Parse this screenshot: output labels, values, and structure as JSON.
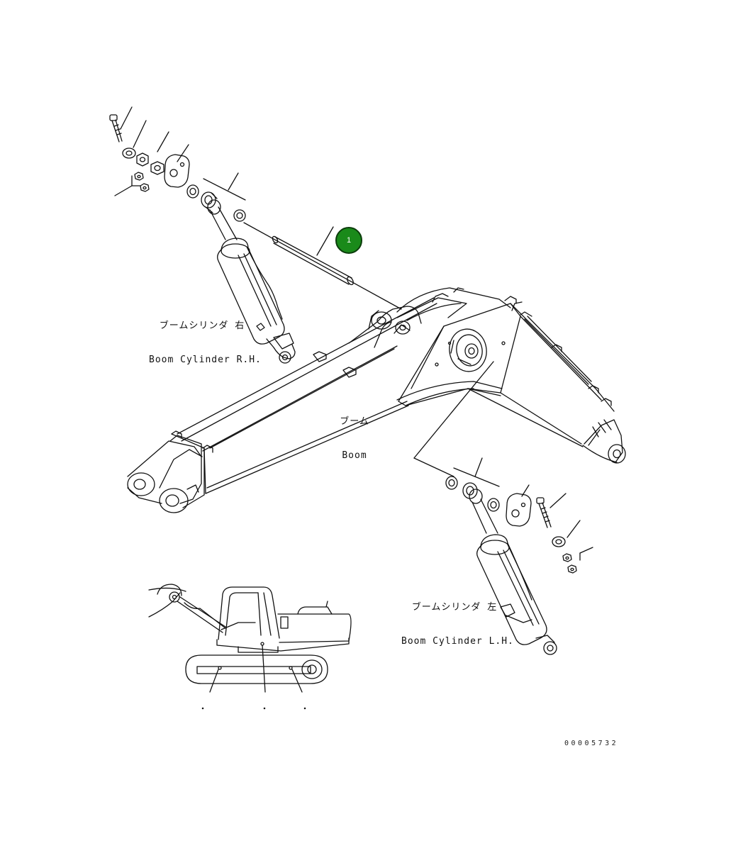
{
  "diagram": {
    "callout": {
      "number": "1",
      "color": "#1a8a1a"
    },
    "labels": {
      "cylinder_rh_jp": "ブームシリンダ 右",
      "cylinder_rh_en": "Boom Cylinder R.H.",
      "boom_jp": "ブーム",
      "boom_en": "Boom",
      "cylinder_lh_jp": "ブームシリンダ 左",
      "cylinder_lh_en": "Boom Cylinder L.H."
    },
    "drawing_number": "00005732"
  }
}
